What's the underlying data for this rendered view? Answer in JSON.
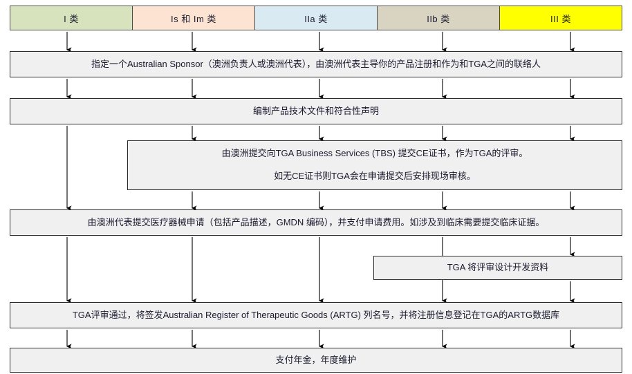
{
  "diagram": {
    "title_implicit": "TGA Medical Device Registration Flow",
    "categories": [
      {
        "label": "I 类",
        "color": "#d6e3bc"
      },
      {
        "label": "Is 和 Im 类",
        "color": "#fce3d2"
      },
      {
        "label": "IIa 类",
        "color": "#daeaf2"
      },
      {
        "label": "IIb 类",
        "color": "#d9d3c2"
      },
      {
        "label": "III 类",
        "color": "#ffff00"
      }
    ],
    "steps": {
      "sponsor": {
        "line1": "指定一个Australian Sponsor（澳洲负责人或澳洲代表），由澳洲代表主导你的产品注册和作为和TGA之间的联络人"
      },
      "techfile": {
        "line1": "编制产品技术文件和符合性声明"
      },
      "ce_certificate": {
        "line1": "由澳洲提交向TGA Business Services (TBS) 提交CE证书，作为TGA的评审。",
        "line2": "如无CE证书则TGA会在申请提交后安排现场审核。"
      },
      "application": {
        "line1": "由澳洲代表提交医疗器械申请（包括产品描述，GMDN 编码），并支付申请费用。如涉及到临床需要提交临床证据。"
      },
      "design_review": {
        "line1": "TGA 将评审设计开发资料"
      },
      "artg": {
        "line1": "TGA评审通过，将签发Australian Register of Therapeutic Goods (ARTG) 列名号，并将注册信息登记在TGA的ARTG数据库"
      },
      "annual": {
        "line1": "支付年金，年度维护"
      }
    },
    "style": {
      "box_fill": "#f0f0f0",
      "box_border": "#2b2b2b",
      "arrow_color": "#000000",
      "text_color": "#1a1a2e"
    }
  }
}
